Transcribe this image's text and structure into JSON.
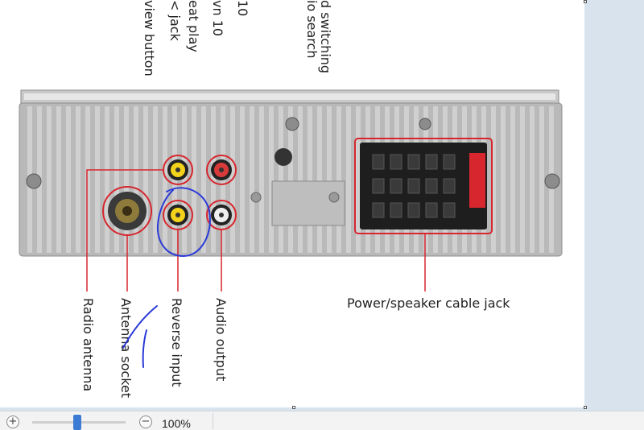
{
  "top_labels": [
    "view button",
    "< jack",
    "eat play",
    "vn 10",
    "10",
    "d switching",
    "io search"
  ],
  "callouts": {
    "radio_antenna": "Radio antenna",
    "antenna_socket": "Antenna socket",
    "reverse_input": "Reverse input",
    "audio_output": "Audio output",
    "power_speaker": "Power/speaker cable jack"
  },
  "zoom": {
    "level": "100%",
    "fraction": 0.5,
    "zoom_in_icon": "plus-icon",
    "zoom_out_icon": "minus-icon"
  },
  "colors": {
    "callout_red": "#d7262e",
    "annotation_blue": "#2b3bd8",
    "slider_blue": "#3b7bd4"
  }
}
